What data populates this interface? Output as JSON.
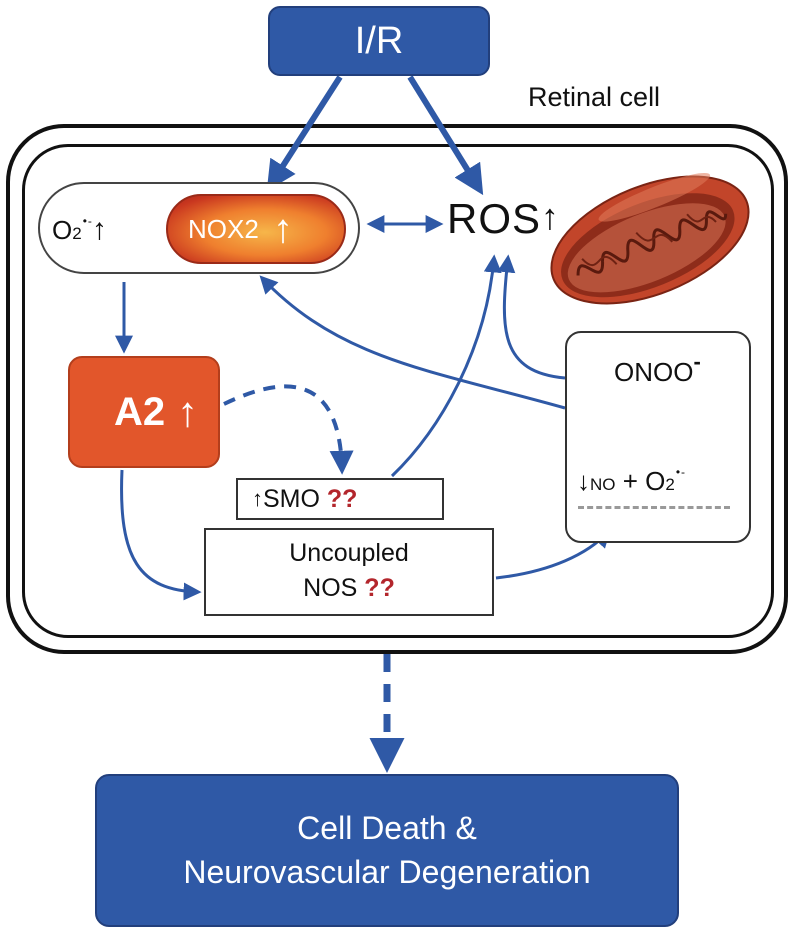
{
  "top": {
    "label": "I/R"
  },
  "cell": {
    "label": "Retinal cell"
  },
  "o2": {
    "symbol": "O",
    "subscript": "2",
    "superscript": "•-",
    "arrow": "↑"
  },
  "nox2": {
    "label": "NOX2",
    "arrow": "↑"
  },
  "ros": {
    "label": "ROS",
    "arrow": "↑"
  },
  "a2": {
    "label": "A2",
    "arrow": "↑"
  },
  "smo": {
    "arrow": "↑",
    "label": "SMO",
    "unknown": "??"
  },
  "nos": {
    "line1": "Uncoupled",
    "line2": "NOS",
    "unknown": "??"
  },
  "onoo": {
    "label": "ONOO",
    "superscript": "-"
  },
  "no_reaction": {
    "arrow": "↓",
    "no": "NO",
    "plus": "+",
    "o2": "O",
    "subscript": "2",
    "superscript": "•-"
  },
  "bottom": {
    "line1": "Cell Death &",
    "line2": "Neurovascular Degeneration"
  },
  "colors": {
    "blue_box": "#2f59a6",
    "arrow_blue": "#2f59a6",
    "a2_orange": "#e2562b",
    "question_red": "#b3262c",
    "mitochondrion": "#c2452a"
  },
  "icons": {
    "mitochondrion": "mitochondrion-illustration"
  }
}
